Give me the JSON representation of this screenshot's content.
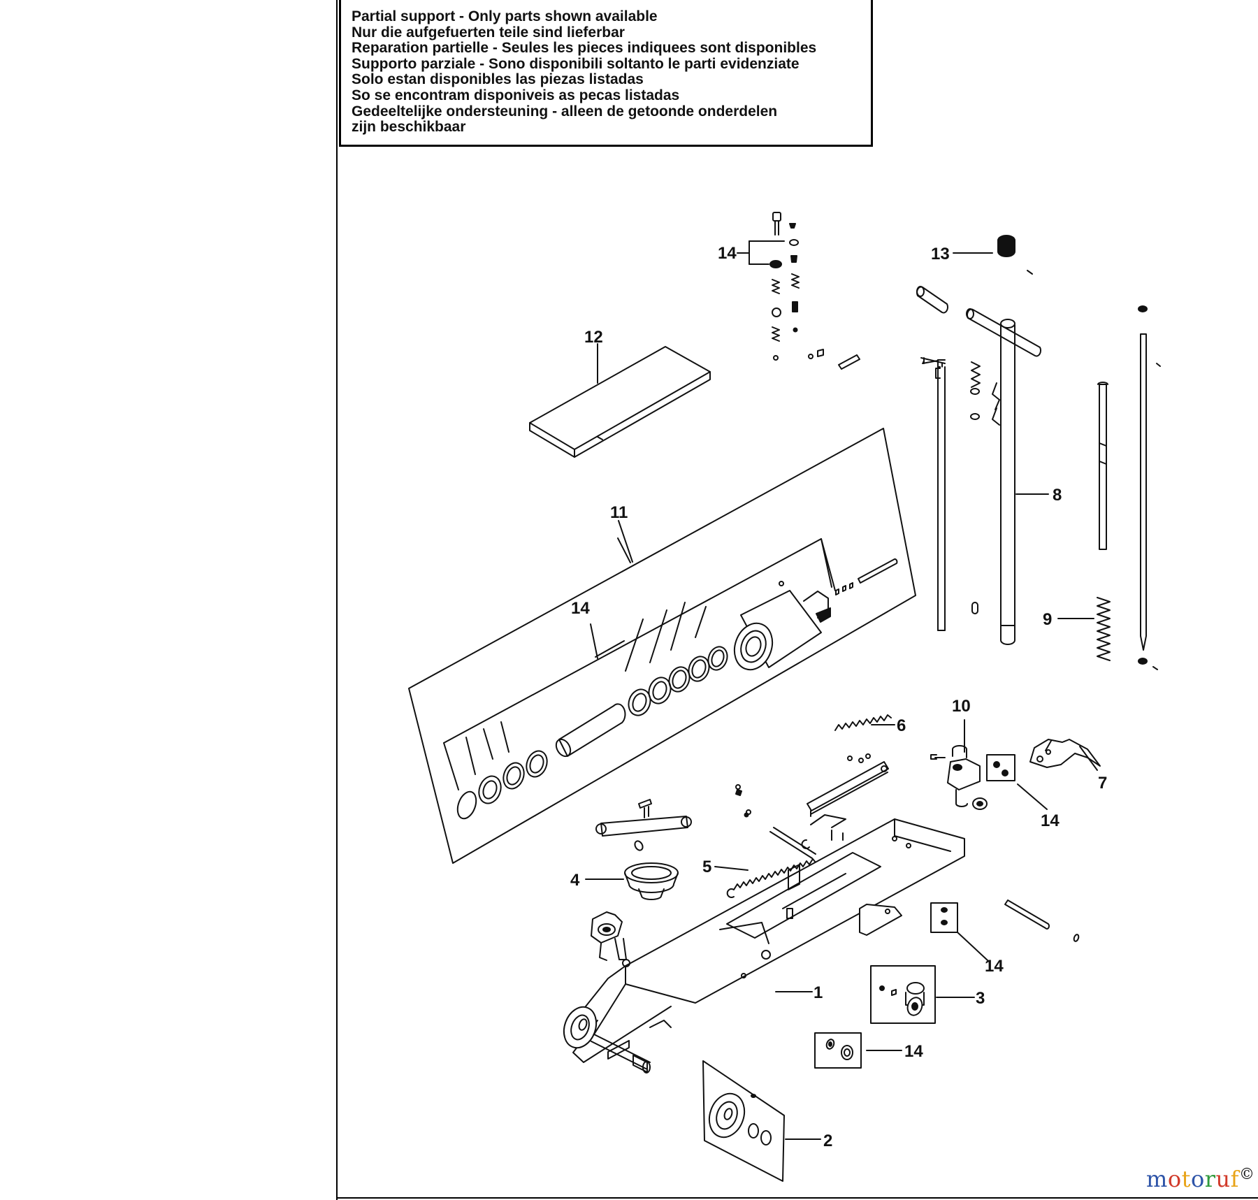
{
  "notice": {
    "lines": [
      "Partial support - Only parts shown available",
      "Nur die aufgefuerten teile sind lieferbar",
      "Reparation partielle - Seules les pieces indiquees sont disponibles",
      "Supporto parziale - Sono disponibili soltanto le parti evidenziate",
      "Solo estan disponibles las piezas listadas",
      "So se encontram disponiveis as pecas listadas",
      "Gedeeltelijke ondersteuning - alleen de getoonde onderdelen",
      "zijn beschikbaar"
    ]
  },
  "callouts": {
    "c1": "1",
    "c2": "2",
    "c3": "3",
    "c4": "4",
    "c5": "5",
    "c6": "6",
    "c7": "7",
    "c8": "8",
    "c9": "9",
    "c10": "10",
    "c11": "11",
    "c12": "12",
    "c13": "13",
    "c14a": "14",
    "c14b": "14",
    "c14c": "14",
    "c14d": "14",
    "c14e": "14"
  },
  "watermark": {
    "letters": [
      "m",
      "o",
      "t",
      "o",
      "r",
      "u",
      "f"
    ],
    "colors": [
      "#2e54a8",
      "#d13a2a",
      "#e8a317",
      "#2e54a8",
      "#2f9a3c",
      "#d13a2a",
      "#e8a317"
    ],
    "copyright": "©"
  }
}
